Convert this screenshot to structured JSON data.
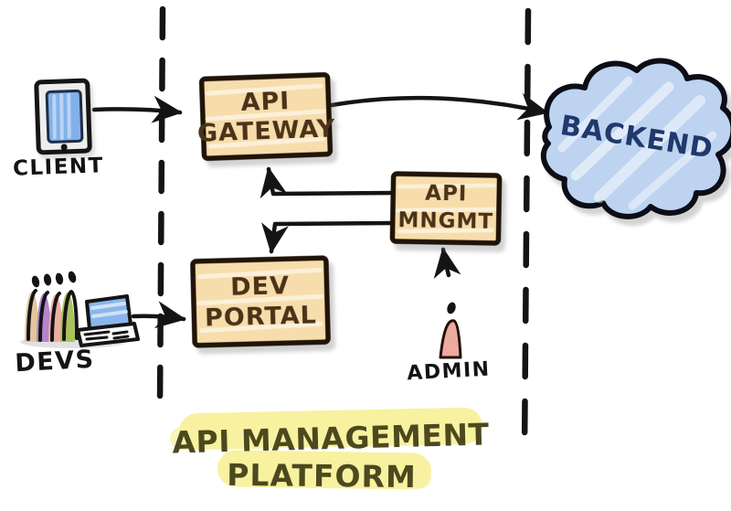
{
  "title": {
    "line1": "API MANAGEMENT",
    "line2": "PLATFORM"
  },
  "nodes": {
    "gateway": {
      "line1": "API",
      "line2": "GATEWAY"
    },
    "mngmt": {
      "line1": "API",
      "line2": "MNGMT"
    },
    "portal": {
      "line1": "DEV",
      "line2": "PORTAL"
    },
    "backend": {
      "label": "BACKEND"
    }
  },
  "actors": {
    "client": {
      "label": "CLIENT"
    },
    "devs": {
      "label": "DEVS"
    },
    "admin": {
      "label": "ADMIN"
    }
  },
  "edges": [
    {
      "from": "client",
      "to": "api-gateway"
    },
    {
      "from": "api-gateway",
      "to": "backend"
    },
    {
      "from": "api-mngmt",
      "to": "api-gateway"
    },
    {
      "from": "api-mngmt",
      "to": "dev-portal"
    },
    {
      "from": "devs",
      "to": "dev-portal"
    },
    {
      "from": "admin",
      "to": "api-mngmt"
    }
  ],
  "colors": {
    "ink": "#141414",
    "node_fill": "#f7ddab",
    "node_border": "#201409",
    "node_text": "#4a3318",
    "cloud_fill": "#bdd3f0",
    "cloud_border": "#0d0d18",
    "cloud_text": "#20386b",
    "highlight": "#f8f1a0",
    "title_text": "#4c491f",
    "client_screen": "#82b1ea",
    "laptop_screen": "#8ab6ec",
    "admin_body": "#edaa9e",
    "dev_colors": [
      "#e2c69e",
      "#b683cc",
      "#eeb0a4",
      "#a9c25c"
    ]
  }
}
